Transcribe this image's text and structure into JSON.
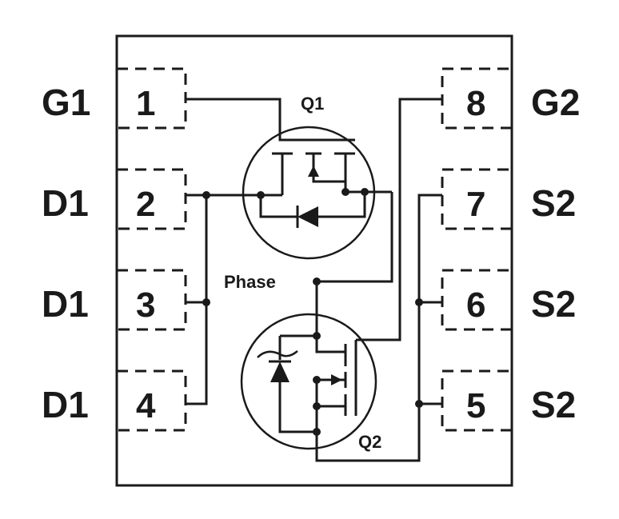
{
  "package": {
    "left_pins": [
      {
        "number": "1",
        "label": "G1"
      },
      {
        "number": "2",
        "label": "D1"
      },
      {
        "number": "3",
        "label": "D1"
      },
      {
        "number": "4",
        "label": "D1"
      }
    ],
    "right_pins": [
      {
        "number": "8",
        "label": "G2"
      },
      {
        "number": "7",
        "label": "S2"
      },
      {
        "number": "6",
        "label": "S2"
      },
      {
        "number": "5",
        "label": "S2"
      }
    ]
  },
  "transistors": {
    "q1_label": "Q1",
    "q2_label": "Q2"
  },
  "nodes": {
    "phase_label": "Phase"
  }
}
